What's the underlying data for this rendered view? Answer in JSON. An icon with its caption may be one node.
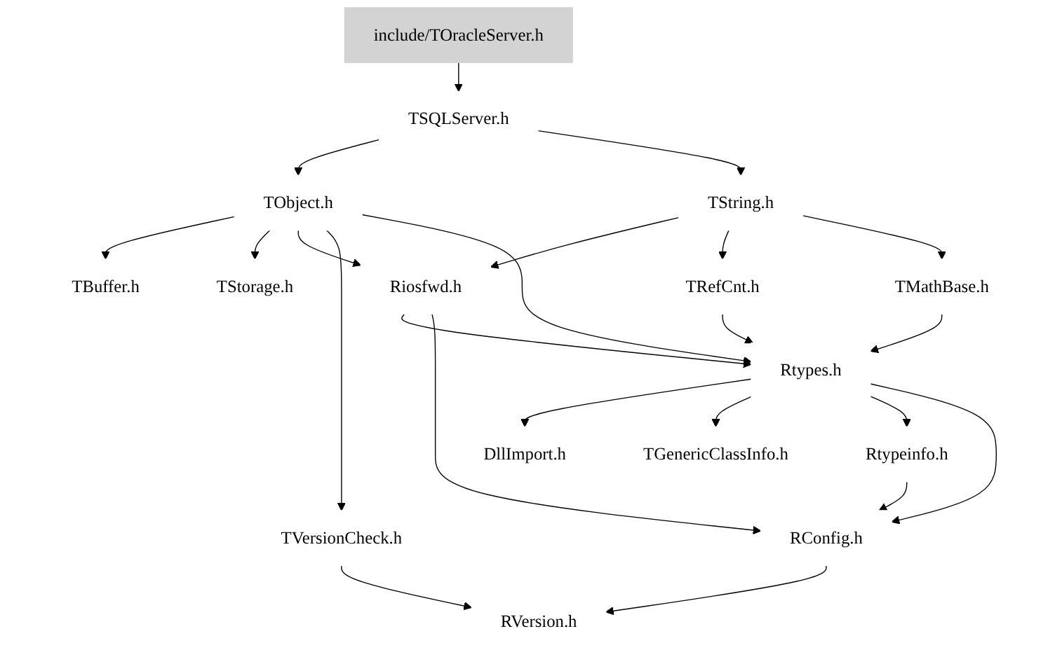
{
  "diagram": {
    "nodes": [
      {
        "text": [
          "include/TOracleServer.h"
        ]
      },
      {
        "text": [
          "TSQLServer.h"
        ]
      },
      {
        "text": [
          "TObject.h"
        ]
      },
      {
        "text": [
          "TString.h"
        ]
      },
      {
        "text": [
          "TBuffer.h"
        ]
      },
      {
        "text": [
          "TStorage.h"
        ]
      },
      {
        "text": [
          "Riosfwd.h"
        ]
      },
      {
        "text": [
          "TRefCnt.h"
        ]
      },
      {
        "text": [
          "TMathBase.h"
        ]
      },
      {
        "text": [
          "TVersionCheck.h"
        ]
      },
      {
        "text": [
          "Rtypes.h"
        ]
      },
      {
        "text": [
          "DllImport.h"
        ]
      },
      {
        "text": [
          "TGenericClassInfo.h"
        ]
      },
      {
        "text": [
          "Rtypeinfo.h"
        ]
      },
      {
        "text": [
          "RConfig.h"
        ]
      },
      {
        "text": [
          "RVersion.h"
        ]
      }
    ],
    "edges": [
      {
        "from": 0,
        "to": 1,
        "arrow": "to"
      },
      {
        "from": 1,
        "to": 2,
        "arrow": "to"
      },
      {
        "from": 1,
        "to": 3,
        "arrow": "to"
      },
      {
        "from": 2,
        "to": 4,
        "arrow": "to"
      },
      {
        "from": 2,
        "to": 5,
        "arrow": "to"
      },
      {
        "from": 2,
        "to": 6,
        "arrow": "to"
      },
      {
        "from": 2,
        "to": 9,
        "arrow": "to"
      },
      {
        "from": 2,
        "to": 10,
        "arrow": "to"
      },
      {
        "from": 3,
        "to": 6,
        "arrow": "to"
      },
      {
        "from": 3,
        "to": 7,
        "arrow": "to"
      },
      {
        "from": 3,
        "to": 8,
        "arrow": "to"
      },
      {
        "from": 6,
        "to": 10,
        "arrow": "to"
      },
      {
        "from": 6,
        "to": 14,
        "arrow": "to"
      },
      {
        "from": 7,
        "to": 10,
        "arrow": "to"
      },
      {
        "from": 8,
        "to": 10,
        "arrow": "to"
      },
      {
        "from": 9,
        "to": 15,
        "arrow": "to"
      },
      {
        "from": 10,
        "to": 11,
        "arrow": "to"
      },
      {
        "from": 10,
        "to": 12,
        "arrow": "to"
      },
      {
        "from": 10,
        "to": 13,
        "arrow": "to"
      },
      {
        "from": 10,
        "to": 14,
        "arrow": "to"
      },
      {
        "from": 13,
        "to": 14,
        "arrow": "to"
      },
      {
        "from": 14,
        "to": 15,
        "arrow": "to"
      }
    ]
  }
}
